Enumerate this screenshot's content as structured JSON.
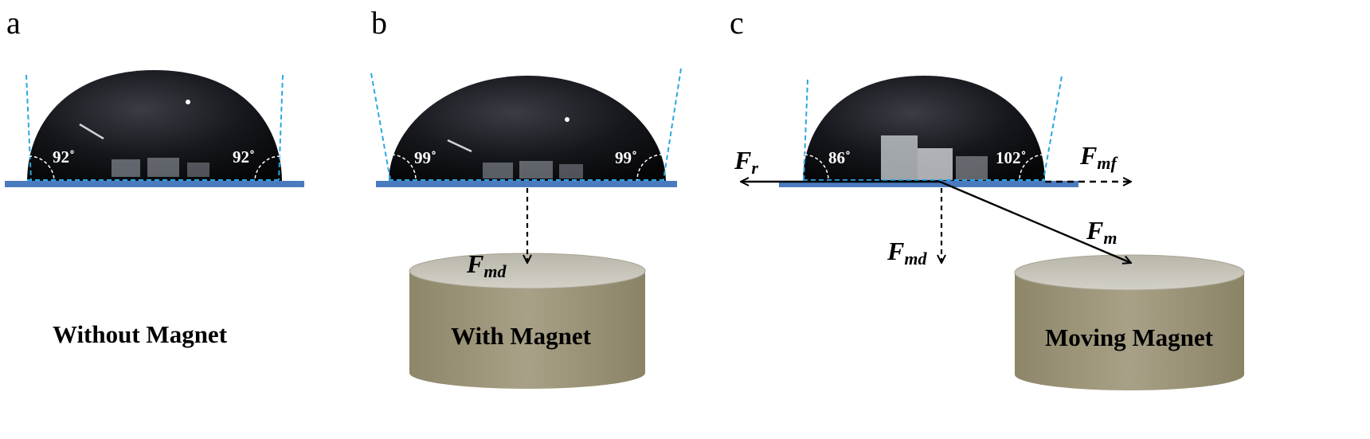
{
  "panels": [
    {
      "label": "a",
      "caption": "Without Magnet",
      "angle_left": "92˚",
      "angle_right": "92˚"
    },
    {
      "label": "b",
      "caption": "With Magnet",
      "angle_left": "99˚",
      "angle_right": "99˚",
      "force_md": {
        "symbol": "F",
        "sub": "md"
      }
    },
    {
      "label": "c",
      "caption": "Moving Magnet",
      "angle_left": "86˚",
      "angle_right": "102˚",
      "force_r": {
        "symbol": "F",
        "sub": "r"
      },
      "force_mf": {
        "symbol": "F",
        "sub": "mf"
      },
      "force_m": {
        "symbol": "F",
        "sub": "m"
      },
      "force_md": {
        "symbol": "F",
        "sub": "md"
      }
    }
  ],
  "colors": {
    "droplet": "#15171c",
    "substrate": "#4a7bbf",
    "tangent": "#2aa6e6",
    "magnet_top": "#c9c6bc",
    "magnet_side": "#9c957a",
    "arrow": "#000000"
  }
}
